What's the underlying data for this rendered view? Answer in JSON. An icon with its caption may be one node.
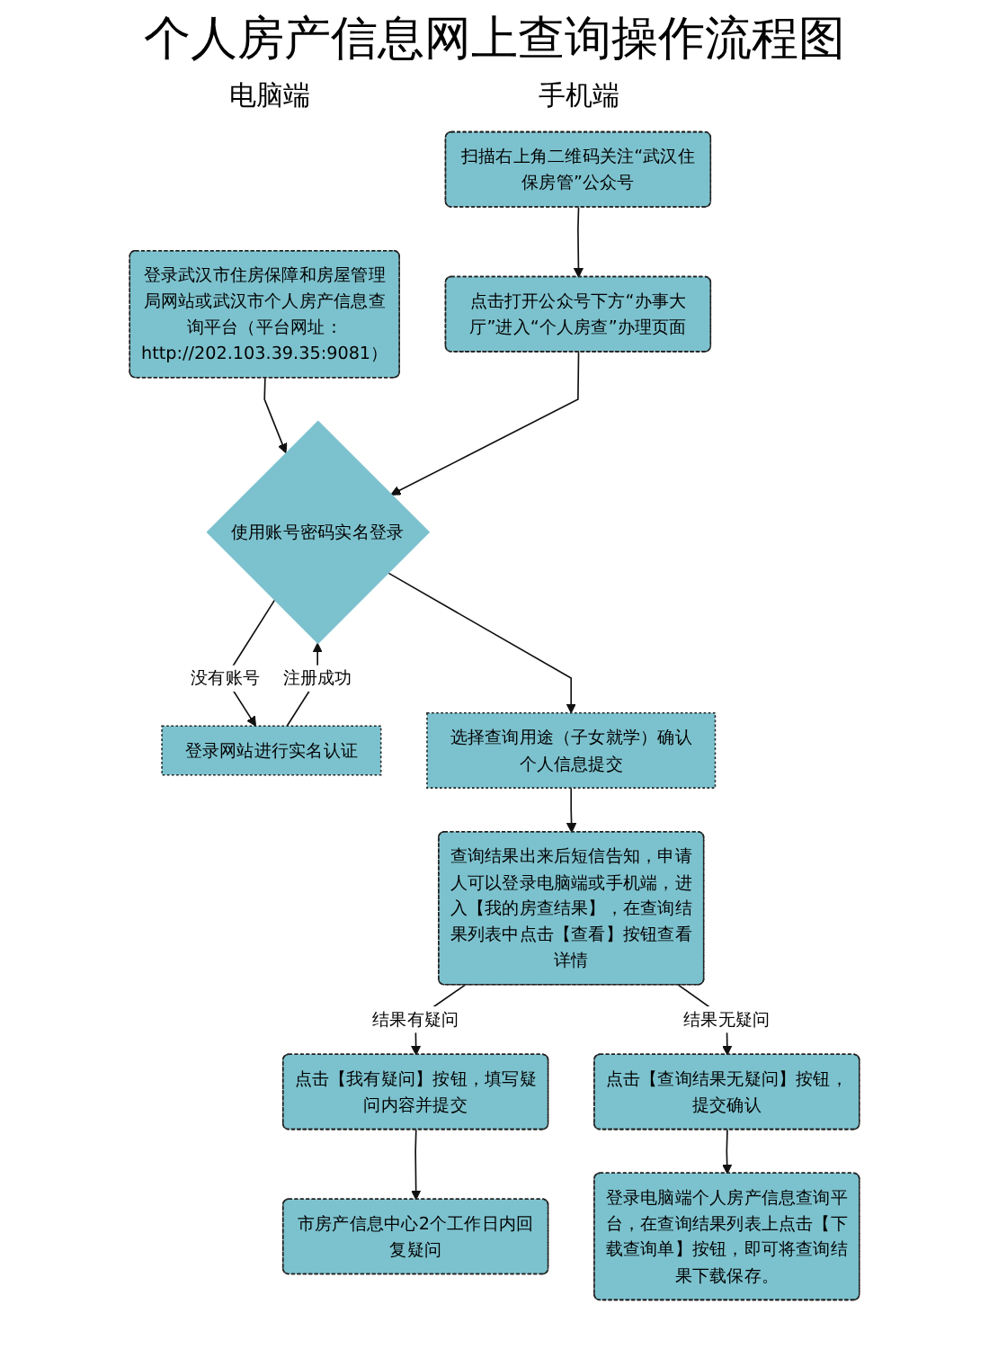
{
  "diagram": {
    "title": "个人房产信息网上查询操作流程图",
    "nodes": [
      {
        "text": [
          "登录武汉市住房保障和房屋管理局网站或武汉市个人房产信息查询平台（平台网址：http://202.103.39.35:9081）"
        ]
      },
      {
        "text": [
          "扫描右上角二维码关注“武汉住保房管”公众号"
        ]
      },
      {
        "text": [
          "点击打开公众号下方“办事大厅”进入“个人房查”办理页面"
        ]
      },
      {
        "text": [
          "使用账号密码实名登录"
        ]
      },
      {
        "text": [
          "登录网站进行实名认证"
        ]
      },
      {
        "text": [
          "选择查询用途（子女就学）确认个人信息提交"
        ]
      },
      {
        "text": [
          "查询结果出来后短信告知，申请人可以登录电脑端或手机端，进入【我的房查结果】，在查询结果列表中点击【查看】按钮查看详情"
        ]
      },
      {
        "text": [
          "点击【我有疑问】按钮，填写疑问内容并提交"
        ]
      },
      {
        "text": [
          "点击【查询结果无疑问】按钮，提交确认"
        ]
      },
      {
        "text": [
          "市房产信息中心2个工作日内回复疑问"
        ]
      },
      {
        "text": [
          "登录电脑端个人房产信息查询平台，在查询结果列表上点击【下载查询单】按钮，即可将查询结果下载保存。"
        ]
      }
    ],
    "edges": [
      {
        "from": 0,
        "to": 3,
        "arrow": "to"
      },
      {
        "from": 1,
        "to": 2,
        "arrow": "to"
      },
      {
        "from": 2,
        "to": 3,
        "arrow": "to"
      },
      {
        "from": 3,
        "to": 4,
        "arrow": "to",
        "label": "没有账号"
      },
      {
        "from": 4,
        "to": 3,
        "arrow": "to",
        "label": "注册成功"
      },
      {
        "from": 3,
        "to": 5,
        "arrow": "to"
      },
      {
        "from": 5,
        "to": 6,
        "arrow": "to"
      },
      {
        "from": 6,
        "to": 7,
        "arrow": "to",
        "label": "结果有疑问"
      },
      {
        "from": 6,
        "to": 8,
        "arrow": "to",
        "label": "结果无疑问"
      },
      {
        "from": 7,
        "to": 9,
        "arrow": "to"
      },
      {
        "from": 8,
        "to": 10,
        "arrow": "to"
      }
    ],
    "labels": [
      "电脑端",
      "手机端"
    ]
  }
}
